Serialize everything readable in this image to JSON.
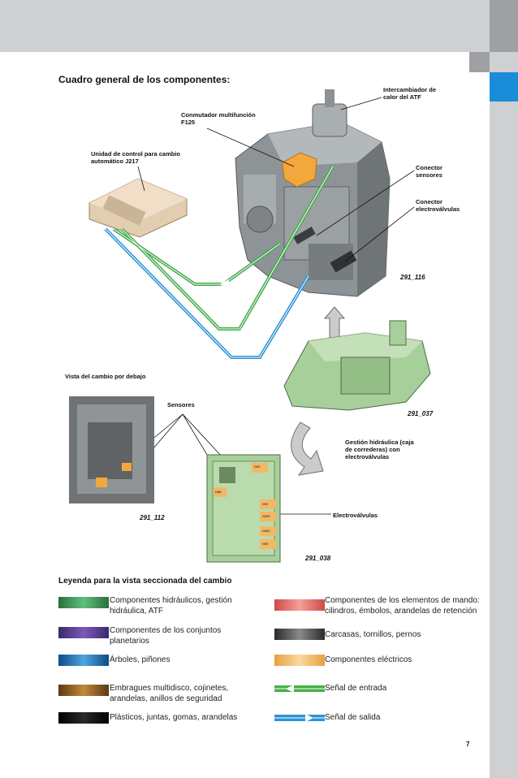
{
  "page": {
    "title": "Cuadro general de los componentes:",
    "page_number": "7"
  },
  "labels": {
    "intercambiador": "Intercambiador de calor del ATF",
    "conmutador": "Conmutador multifunción F125",
    "unidad_control": "Unidad de control para cambio automático J217",
    "conector_sensores": "Conector sensores",
    "conector_electrovalvulas": "Conector electroválvulas",
    "vista_debajo": "Vista del cambio por debajo",
    "sensores": "Sensores",
    "gestion": "Gestión hidráulica (caja de correderas) con electroválvulas",
    "electrovalvulas": "Electroválvulas"
  },
  "figure_ids": {
    "fig1": "291_116",
    "fig2": "291_037",
    "fig3": "291_112",
    "fig4": "291_038"
  },
  "valve_tags": [
    "N93",
    "N88",
    "N92",
    "N283",
    "N282",
    "N90"
  ],
  "legend": {
    "title": "Leyenda para la vista seccionada del cambio",
    "items": [
      {
        "text": "Componentes hidráulicos, gestión hidráulica, ATF",
        "color": "#3d9a5a"
      },
      {
        "text": "Componentes de los conjuntos planetarios",
        "color": "#5b3f8f"
      },
      {
        "text": "Árboles, piñones",
        "color": "#1d6fb0"
      },
      {
        "text": "Embragues multidisco, cojinetes, arandelas, anillos de seguridad",
        "color": "#8a5a1e"
      },
      {
        "text": "Plásticos, juntas, gomas, arandelas",
        "color": "#111111"
      },
      {
        "text": "Componentes de los elementos de mando: cilindros, émbolos, arandelas de retención",
        "color": "#e8706a"
      },
      {
        "text": "Carcasas, tornillos, pernos",
        "color": "#555555"
      },
      {
        "text": "Componentes eléctricos",
        "color": "#f2b866"
      },
      {
        "text": "Señal de entrada",
        "color": "#45b045"
      },
      {
        "text": "Señal de salida",
        "color": "#2b93d8"
      }
    ]
  }
}
